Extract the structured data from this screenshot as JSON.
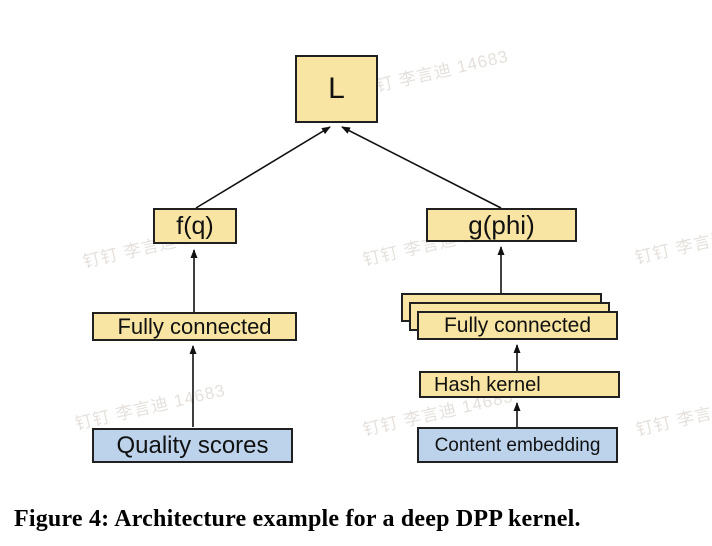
{
  "figure": {
    "caption": "Figure 4: Architecture example for a deep DPP kernel."
  },
  "diagram": {
    "nodes": [
      {
        "id": "L",
        "label": "L",
        "role": "output",
        "fill": "#F8E5A3"
      },
      {
        "id": "fq",
        "label": "f(q)",
        "role": "function",
        "fill": "#F8E5A3"
      },
      {
        "id": "gphi",
        "label": "g(phi)",
        "role": "function",
        "fill": "#F8E5A3"
      },
      {
        "id": "fc_left",
        "label": "Fully connected",
        "role": "layer",
        "fill": "#F8E5A3"
      },
      {
        "id": "fc_right",
        "label": "Fully connected",
        "role": "layer-stack-3",
        "fill": "#F8E5A3"
      },
      {
        "id": "hash",
        "label": "Hash kernel",
        "role": "layer",
        "fill": "#F8E5A3"
      },
      {
        "id": "quality",
        "label": "Quality scores",
        "role": "input",
        "fill": "#BDD3EC"
      },
      {
        "id": "content",
        "label": "Content embedding",
        "role": "input",
        "fill": "#BDD3EC"
      }
    ],
    "edges": [
      {
        "from": "quality",
        "to": "fc_left"
      },
      {
        "from": "fc_left",
        "to": "fq"
      },
      {
        "from": "fq",
        "to": "L"
      },
      {
        "from": "content",
        "to": "hash"
      },
      {
        "from": "hash",
        "to": "fc_right"
      },
      {
        "from": "fc_right",
        "to": "gphi"
      },
      {
        "from": "gphi",
        "to": "L"
      }
    ],
    "colors": {
      "node_fill_yellow": "#F8E5A3",
      "node_fill_blue": "#BDD3EC",
      "border": "#202020",
      "arrow": "#111111",
      "background": "#FFFFFF"
    }
  },
  "watermark": {
    "text": "钉钉 李言迪 14683",
    "color": "#a9998b"
  }
}
